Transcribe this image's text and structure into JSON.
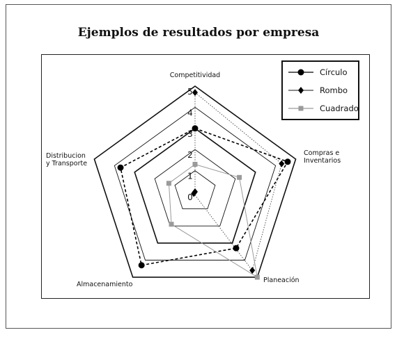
{
  "title": "Ejemplos de resultados por empresa",
  "chart_data": {
    "type": "radar",
    "axes": [
      {
        "label_lines": [
          "Competitividad"
        ]
      },
      {
        "label_lines": [
          "Compras e",
          "Inventarios"
        ]
      },
      {
        "label_lines": [
          "Planeación"
        ]
      },
      {
        "label_lines": [
          "Almacenamiento"
        ]
      },
      {
        "label_lines": [
          "Distribucion",
          "y Transporte"
        ]
      }
    ],
    "scale": {
      "min": 0,
      "max": 5,
      "ticks": [
        "0",
        "1",
        "2",
        "3",
        "4",
        "5"
      ]
    },
    "legend_position": "top-right",
    "series": [
      {
        "name": "Círculo",
        "marker": "circle",
        "color": "#000000",
        "values": [
          3,
          4.6,
          3.3,
          4.3,
          3.7
        ]
      },
      {
        "name": "Rombo",
        "marker": "diamond",
        "color": "#000000",
        "values": [
          4.7,
          4.3,
          4.6,
          0.1,
          0
        ]
      },
      {
        "name": "Cuadrado",
        "marker": "square",
        "color": "#9a9a9a",
        "values": [
          1.3,
          2.2,
          5,
          1.9,
          1.3
        ]
      }
    ]
  }
}
